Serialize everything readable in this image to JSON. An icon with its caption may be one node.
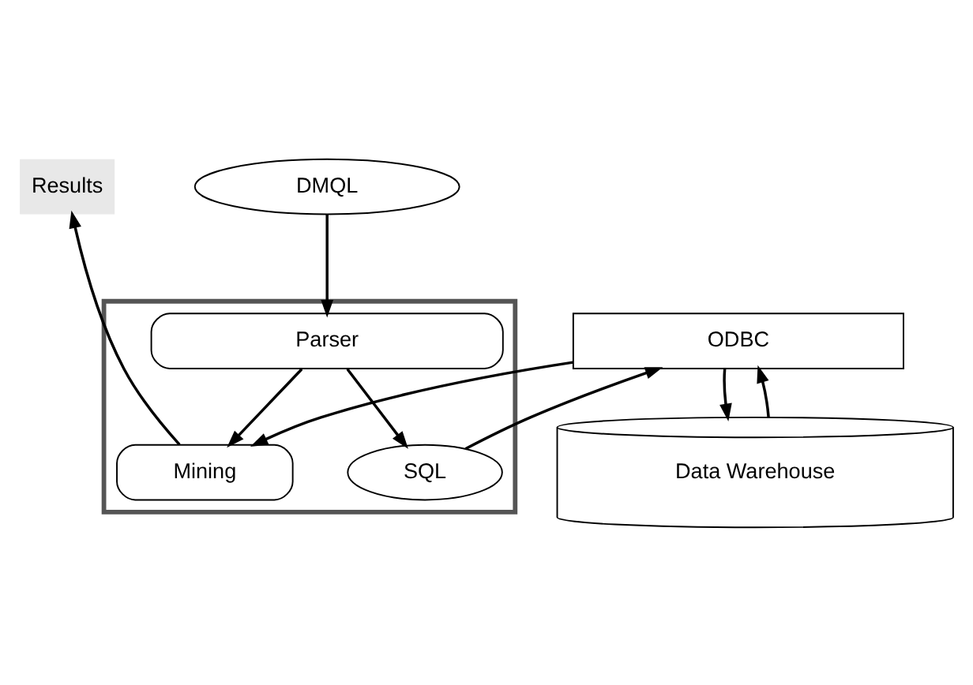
{
  "diagram": {
    "nodes": [
      {
        "text": [
          "Results"
        ]
      },
      {
        "text": [
          "DMQL"
        ]
      },
      {
        "text": [],
        "shape": "box"
      },
      {
        "text": [
          "Parser"
        ],
        "in": 2
      },
      {
        "text": [
          "Mining"
        ],
        "in": 2
      },
      {
        "text": [
          "SQL"
        ],
        "in": 2
      },
      {
        "text": [
          "ODBC"
        ]
      },
      {
        "text": [
          "Data Warehouse"
        ]
      }
    ],
    "edges": [
      {
        "from": 1,
        "to": 3,
        "arrow": "to"
      },
      {
        "from": 3,
        "to": 4,
        "arrow": "to"
      },
      {
        "from": 3,
        "to": 5,
        "arrow": "to"
      },
      {
        "from": 4,
        "to": 0,
        "arrow": "to"
      },
      {
        "from": 5,
        "to": 6,
        "arrow": "to"
      },
      {
        "from": 6,
        "to": 4,
        "arrow": "to"
      },
      {
        "from": 6,
        "to": 7,
        "arrow": "to"
      },
      {
        "from": 7,
        "to": 6,
        "arrow": "to"
      }
    ]
  }
}
